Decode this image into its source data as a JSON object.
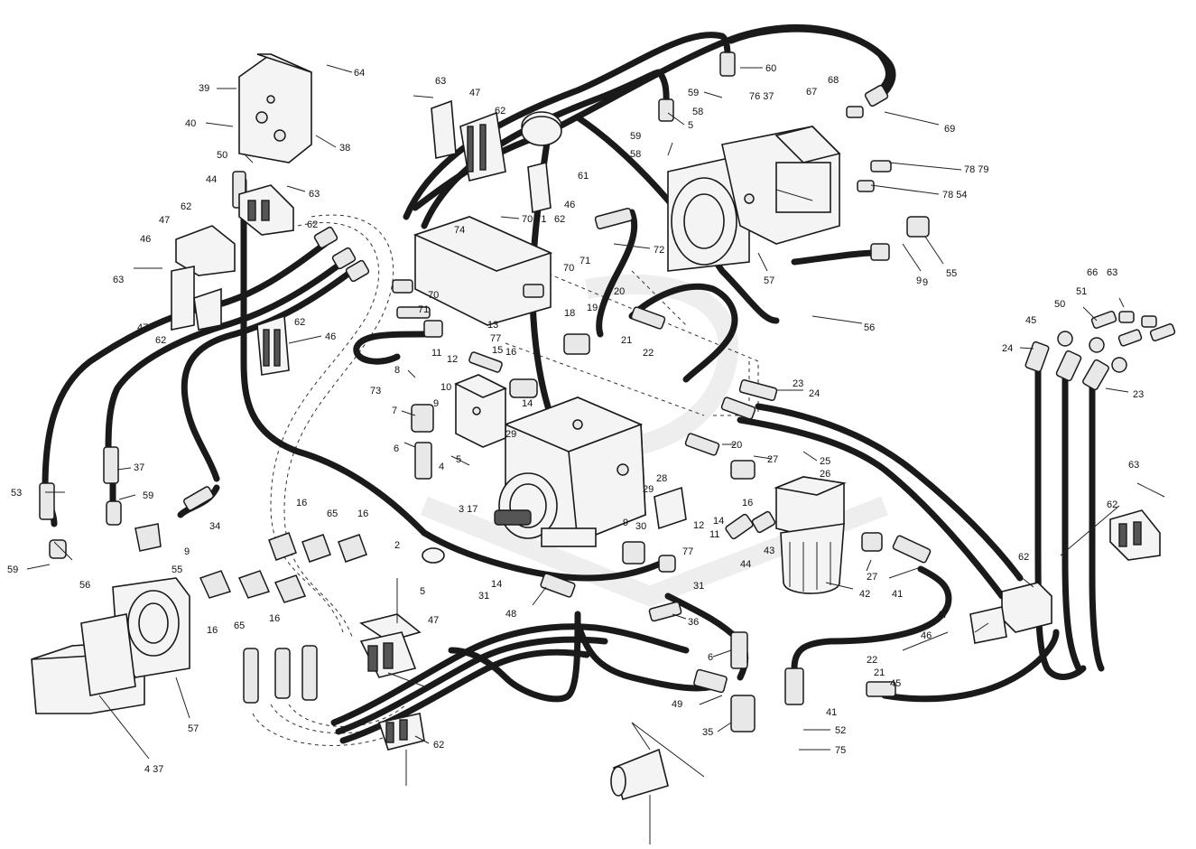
{
  "callouts": [
    {
      "id": "c64a",
      "text": "64"
    },
    {
      "id": "c39",
      "text": "39"
    },
    {
      "id": "c40",
      "text": "40"
    },
    {
      "id": "c38",
      "text": "38"
    },
    {
      "id": "c50a",
      "text": "50"
    },
    {
      "id": "c63a",
      "text": "63"
    },
    {
      "id": "c44a",
      "text": "44"
    },
    {
      "id": "c62a",
      "text": "62"
    },
    {
      "id": "c62b",
      "text": "62"
    },
    {
      "id": "c47a",
      "text": "47"
    },
    {
      "id": "c46a",
      "text": "46"
    },
    {
      "id": "c63b",
      "text": "63"
    },
    {
      "id": "c47b",
      "text": "47"
    },
    {
      "id": "c62c",
      "text": "62"
    },
    {
      "id": "c62d",
      "text": "62"
    },
    {
      "id": "c46b",
      "text": "46"
    },
    {
      "id": "c63c",
      "text": "63"
    },
    {
      "id": "c47c",
      "text": "47"
    },
    {
      "id": "c62e",
      "text": "62"
    },
    {
      "id": "c61",
      "text": "61"
    },
    {
      "id": "c46c",
      "text": "46"
    },
    {
      "id": "c7071a",
      "text": "70 71"
    },
    {
      "id": "c62f",
      "text": "62"
    },
    {
      "id": "c74",
      "text": "74"
    },
    {
      "id": "c70a",
      "text": "70"
    },
    {
      "id": "c71a",
      "text": "71"
    },
    {
      "id": "c70b",
      "text": "70"
    },
    {
      "id": "c71b",
      "text": "71"
    },
    {
      "id": "c72",
      "text": "72"
    },
    {
      "id": "c60",
      "text": "60"
    },
    {
      "id": "c59a",
      "text": "59"
    },
    {
      "id": "c58a",
      "text": "58"
    },
    {
      "id": "c5a",
      "text": "5"
    },
    {
      "id": "c59b",
      "text": "59"
    },
    {
      "id": "c58b",
      "text": "58"
    },
    {
      "id": "c7637",
      "text": "76 37"
    },
    {
      "id": "c67",
      "text": "67"
    },
    {
      "id": "c68",
      "text": "68"
    },
    {
      "id": "c69",
      "text": "69"
    },
    {
      "id": "c7879",
      "text": "78 79"
    },
    {
      "id": "c7854",
      "text": "78 54"
    },
    {
      "id": "c55a",
      "text": "55"
    },
    {
      "id": "c9a",
      "text": "9"
    },
    {
      "id": "c57a",
      "text": "57"
    },
    {
      "id": "c56a",
      "text": "56"
    },
    {
      "id": "c20a",
      "text": "20"
    },
    {
      "id": "c19",
      "text": "19"
    },
    {
      "id": "c18",
      "text": "18"
    },
    {
      "id": "c21a",
      "text": "21"
    },
    {
      "id": "c22a",
      "text": "22"
    },
    {
      "id": "c13",
      "text": "13"
    },
    {
      "id": "c77a",
      "text": "77"
    },
    {
      "id": "c15",
      "text": "15"
    },
    {
      "id": "c16a",
      "text": "16"
    },
    {
      "id": "c11a",
      "text": "11"
    },
    {
      "id": "c12a",
      "text": "12"
    },
    {
      "id": "c10",
      "text": "10"
    },
    {
      "id": "c14a",
      "text": "14"
    },
    {
      "id": "c9b",
      "text": "9"
    },
    {
      "id": "c29a",
      "text": "29"
    },
    {
      "id": "c8",
      "text": "8"
    },
    {
      "id": "c73",
      "text": "73"
    },
    {
      "id": "c7",
      "text": "7"
    },
    {
      "id": "c6a",
      "text": "6"
    },
    {
      "id": "c4",
      "text": "4"
    },
    {
      "id": "c5b",
      "text": "5"
    },
    {
      "id": "c317",
      "text": "3 17"
    },
    {
      "id": "c2",
      "text": "2"
    },
    {
      "id": "c23a",
      "text": "23"
    },
    {
      "id": "c24a",
      "text": "24"
    },
    {
      "id": "c20b",
      "text": "20"
    },
    {
      "id": "c27a",
      "text": "27"
    },
    {
      "id": "c25",
      "text": "25"
    },
    {
      "id": "c26",
      "text": "26"
    },
    {
      "id": "c28",
      "text": "28"
    },
    {
      "id": "c29b",
      "text": "29"
    },
    {
      "id": "c16b",
      "text": "16"
    },
    {
      "id": "c14b",
      "text": "14"
    },
    {
      "id": "c12b",
      "text": "12"
    },
    {
      "id": "c11b",
      "text": "11"
    },
    {
      "id": "c9c",
      "text": "9"
    },
    {
      "id": "c30",
      "text": "30"
    },
    {
      "id": "c77b",
      "text": "77"
    },
    {
      "id": "c43",
      "text": "43"
    },
    {
      "id": "c44b",
      "text": "44"
    },
    {
      "id": "c42",
      "text": "42"
    },
    {
      "id": "c27b",
      "text": "27"
    },
    {
      "id": "c41a",
      "text": "41"
    },
    {
      "id": "c14c",
      "text": "14"
    },
    {
      "id": "c31a",
      "text": "31"
    },
    {
      "id": "c31b",
      "text": "31"
    },
    {
      "id": "c48",
      "text": "48"
    },
    {
      "id": "c36",
      "text": "36"
    },
    {
      "id": "c6b",
      "text": "6"
    },
    {
      "id": "c49",
      "text": "49"
    },
    {
      "id": "c35",
      "text": "35"
    },
    {
      "id": "c22b",
      "text": "22"
    },
    {
      "id": "c21b",
      "text": "21"
    },
    {
      "id": "c45a",
      "text": "45"
    },
    {
      "id": "c41b",
      "text": "41"
    },
    {
      "id": "c52",
      "text": "52"
    },
    {
      "id": "c75",
      "text": "75"
    },
    {
      "id": "c62g",
      "text": "62"
    },
    {
      "id": "c5c",
      "text": "5"
    },
    {
      "id": "c47d",
      "text": "47"
    },
    {
      "id": "c53a",
      "text": "53"
    },
    {
      "id": "c37",
      "text": "37"
    },
    {
      "id": "c59c",
      "text": "59"
    },
    {
      "id": "c59d",
      "text": "59"
    },
    {
      "id": "c56b",
      "text": "56"
    },
    {
      "id": "c34",
      "text": "34"
    },
    {
      "id": "c9d",
      "text": "9"
    },
    {
      "id": "c55b",
      "text": "55"
    },
    {
      "id": "c437",
      "text": "4 37"
    },
    {
      "id": "c57b",
      "text": "57"
    },
    {
      "id": "c16c",
      "text": "16"
    },
    {
      "id": "c65a",
      "text": "65"
    },
    {
      "id": "c16d",
      "text": "16"
    },
    {
      "id": "c16e",
      "text": "16"
    },
    {
      "id": "c65b",
      "text": "65"
    },
    {
      "id": "c16f",
      "text": "16"
    },
    {
      "id": "c66",
      "text": "66"
    },
    {
      "id": "c63d",
      "text": "63"
    },
    {
      "id": "c50b",
      "text": "50"
    },
    {
      "id": "c51",
      "text": "51"
    },
    {
      "id": "c45b",
      "text": "45"
    },
    {
      "id": "c24b",
      "text": "24"
    },
    {
      "id": "c23b",
      "text": "23"
    },
    {
      "id": "c63e",
      "text": "63"
    },
    {
      "id": "c62h",
      "text": "62"
    },
    {
      "id": "c62i",
      "text": "62"
    },
    {
      "id": "c47e",
      "text": "47"
    },
    {
      "id": "c46d",
      "text": "46"
    },
    {
      "id": "c9e",
      "text": "9"
    }
  ]
}
